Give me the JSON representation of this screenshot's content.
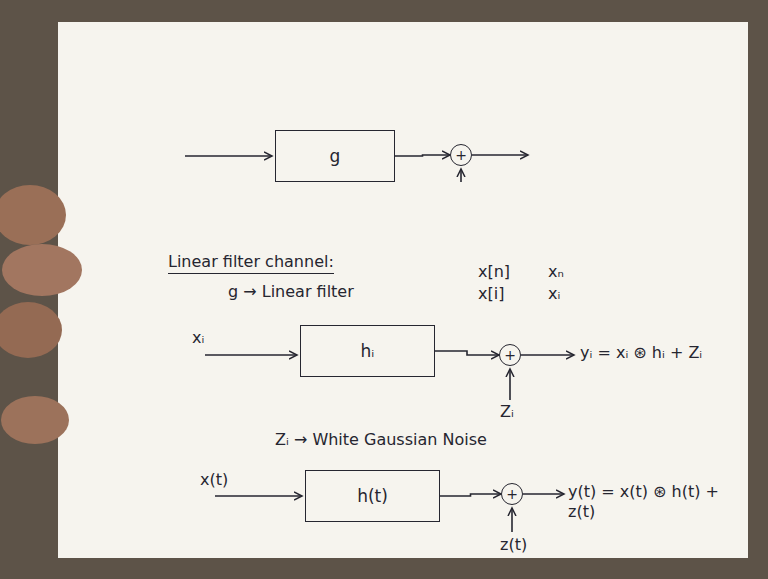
{
  "diagram": {
    "nodes": [
      {
        "text": [
          "g"
        ]
      },
      {
        "text": [
          "+"
        ]
      },
      {
        "text": [
          "hᵢ"
        ]
      },
      {
        "text": [
          "+"
        ]
      },
      {
        "text": [
          "h(t)"
        ]
      },
      {
        "text": [
          "+"
        ]
      }
    ],
    "edges": [
      {
        "from": 0,
        "to": 1,
        "arrow": "to"
      },
      {
        "from": 2,
        "to": 3,
        "arrow": "to"
      },
      {
        "from": 4,
        "to": 5,
        "arrow": "to"
      }
    ],
    "labels": [
      "Linear filter channel:",
      "g → Linear filter",
      "x[n]",
      "xₙ",
      "x[i]",
      "xᵢ",
      "xᵢ",
      "yᵢ = xᵢ ⊛ hᵢ + Zᵢ",
      "Zᵢ",
      "Zᵢ → White Gaussian Noise",
      "x(t)",
      "y(t) = x(t) ⊛ h(t) + z(t)",
      "z(t)"
    ]
  }
}
